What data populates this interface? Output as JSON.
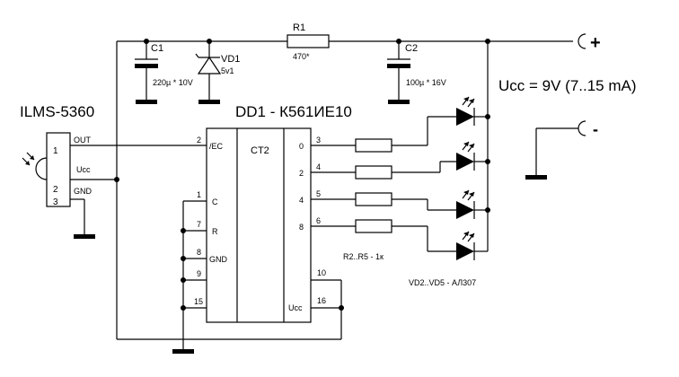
{
  "title_ic": "DD1 - К561ИЕ10",
  "sensor_name": "ILMS-5360",
  "supply_label": "Ucc = 9V (7..15 mA)",
  "plus_sign": "+",
  "minus_sign": "-",
  "c1": {
    "ref": "C1",
    "value": "220µ * 10V"
  },
  "vd1": {
    "ref": "VD1",
    "value": "5v1"
  },
  "r1": {
    "ref": "R1",
    "value": "470*"
  },
  "c2": {
    "ref": "C2",
    "value": "100µ * 16V"
  },
  "sensor_pins": {
    "p1": "1",
    "p2": "2",
    "p3": "3",
    "out": "OUT",
    "ucc": "Ucc",
    "gnd": "GND"
  },
  "ic_left_pins": {
    "p2": "2",
    "ec": "/EC",
    "p1": "1",
    "c": "C",
    "p7": "7",
    "r": "R",
    "p8": "8",
    "gnd": "GND",
    "p9": "9",
    "p15": "15"
  },
  "ic_ct2": "CT2",
  "ic_outputs": [
    {
      "num": "0",
      "pin": "3"
    },
    {
      "num": "2",
      "pin": "4"
    },
    {
      "num": "4",
      "pin": "5"
    },
    {
      "num": "8",
      "pin": "6"
    }
  ],
  "ic_right_pins": {
    "p10": "10",
    "p16": "16",
    "ucc": "Ucc"
  },
  "resistor_label": "R2..R5 - 1к",
  "led_label": "VD2..VD5 - АЛ307"
}
